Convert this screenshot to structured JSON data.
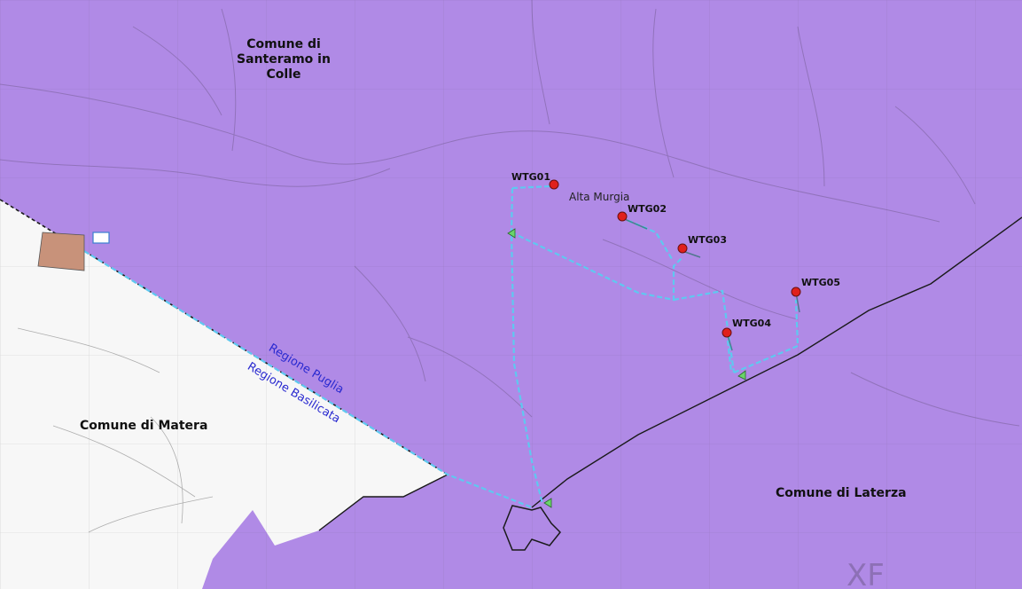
{
  "map": {
    "comuni": {
      "santeramo": "Comune di\nSanteramo in Colle",
      "matera": "Comune di Matera",
      "laterza": "Comune di Laterza"
    },
    "regions": {
      "puglia": "Regione Puglia",
      "basilicata": "Regione Basilicata"
    },
    "area_name": "Alta Murgia",
    "turbines": [
      "WTG01",
      "WTG02",
      "WTG03",
      "WTG04",
      "WTG05"
    ],
    "watermark": "XF",
    "colors": {
      "puglia_fill": "#b08ae6",
      "basilicata_fill": "#ffffff",
      "cable": "#5fc8f0",
      "boundary": "#1a1a1a",
      "turbine": "#e0201c",
      "substation": "#c8927a"
    }
  }
}
